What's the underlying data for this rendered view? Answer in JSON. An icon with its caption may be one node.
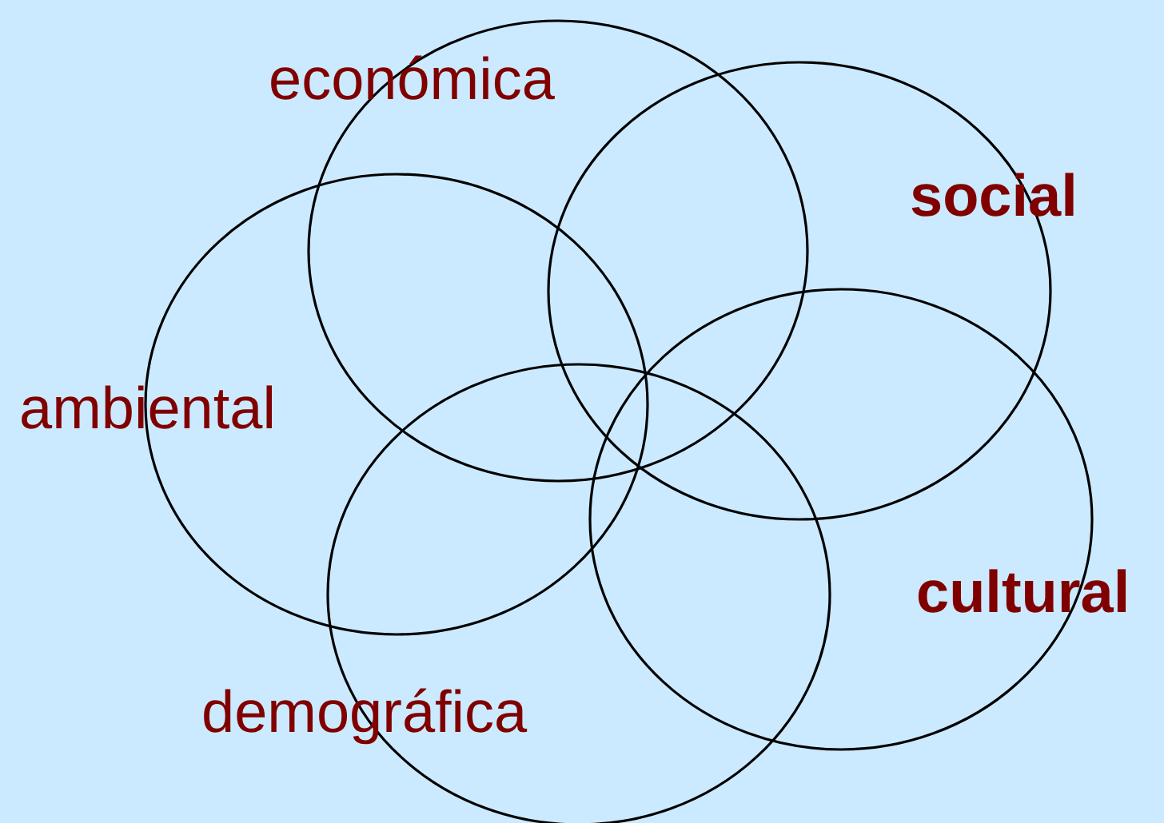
{
  "diagram": {
    "nodes": [
      {
        "text": [
          "económica"
        ]
      },
      {
        "text": [
          "social"
        ]
      },
      {
        "text": [
          "ambiental"
        ]
      },
      {
        "text": [
          "cultural"
        ]
      },
      {
        "text": [
          "demográfica"
        ]
      }
    ]
  }
}
